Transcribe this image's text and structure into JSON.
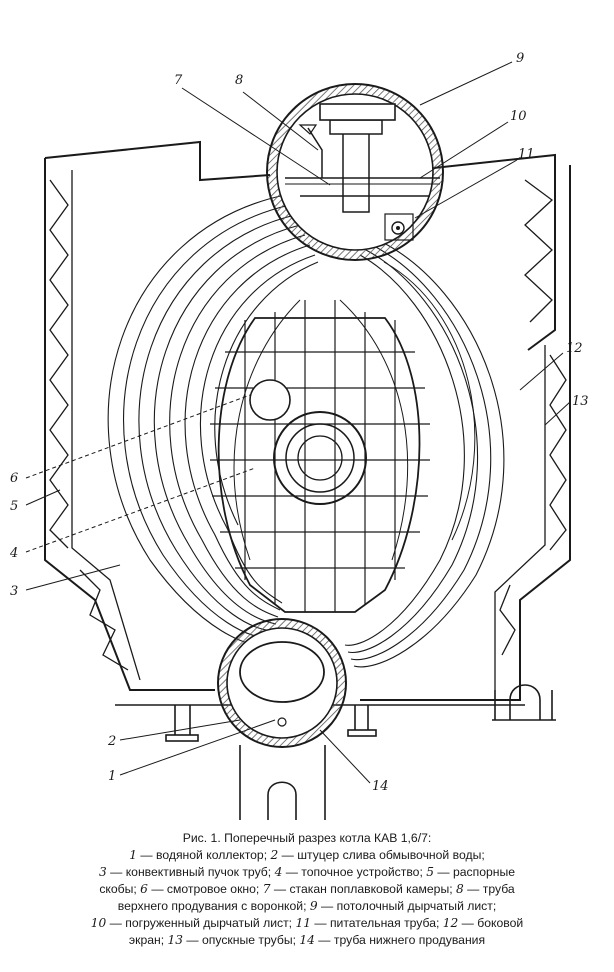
{
  "figure": {
    "labels": [
      {
        "num": "1",
        "text": "водяной коллектор"
      },
      {
        "num": "2",
        "text": "штуцер слива обмывочной воды"
      },
      {
        "num": "3",
        "text": "конвективный пучок труб"
      },
      {
        "num": "4",
        "text": "топочное устройство"
      },
      {
        "num": "5",
        "text": "распорные скобы"
      },
      {
        "num": "6",
        "text": "смотровое окно"
      },
      {
        "num": "7",
        "text": "стакан поплавковой  камеры"
      },
      {
        "num": "8",
        "text": "труба верхнего продувания с воронкой"
      },
      {
        "num": "9",
        "text": "потолочный дырчатый лист"
      },
      {
        "num": "10",
        "text": "погруженный дырчатый лист"
      },
      {
        "num": "11",
        "text": "питательная труба"
      },
      {
        "num": "12",
        "text": "боковой экран"
      },
      {
        "num": "13",
        "text": "опускные трубы"
      },
      {
        "num": "14",
        "text": "труба нижнего продувания"
      }
    ],
    "caption": {
      "title": "Рис. 1. Поперечный разрез котла КАВ 1,6/7:",
      "l1": "водяной коллектор; ",
      "l2": "штуцер слива обмывочной воды;",
      "l3": "конвективный пучок труб; ",
      "l4": "топочное устройство; ",
      "l5a": "распорные",
      "l5b": "скобы; ",
      "l6": "смотровое окно; ",
      "l7": "стакан поплавковой  камеры; ",
      "l8a": "труба",
      "l8b": "верхнего продувания с воронкой; ",
      "l9": "потолочный дырчатый лист;",
      "l10": "погруженный дырчатый лист; ",
      "l11": "питательная труба; ",
      "l12a": "боковой",
      "l12b": "экран; ",
      "l13": "опускные трубы; ",
      "l14": "труба нижнего продувания"
    }
  },
  "colors": {
    "ink": "#1a1a1a",
    "hatch": "#555555",
    "paper": "#ffffff"
  }
}
